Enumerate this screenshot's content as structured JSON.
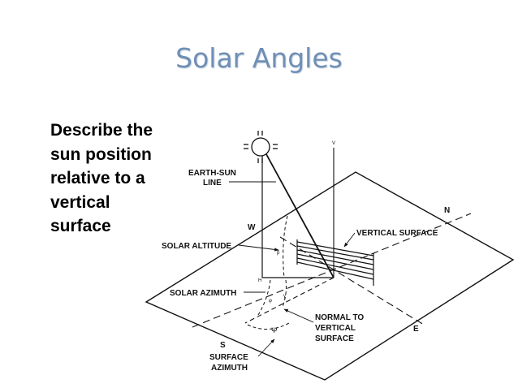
{
  "slide": {
    "title": "Solar Angles",
    "body_lines": [
      "Describe the",
      "sun position",
      "relative to a",
      "vertical",
      "surface"
    ]
  },
  "diagram": {
    "labels": {
      "earth_sun_line_1": "EARTH-SUN",
      "earth_sun_line_2": "LINE",
      "west": "W",
      "north": "N",
      "east": "E",
      "south": "S",
      "vertical_surface": "VERTICAL SURFACE",
      "solar_altitude": "SOLAR ALTITUDE",
      "solar_azimuth": "SOLAR AZIMUTH",
      "normal_1": "NORMAL TO",
      "normal_2": "VERTICAL",
      "normal_3": "SURFACE",
      "surface_azimuth_1": "SURFACE",
      "surface_azimuth_2": "AZIMUTH",
      "h_mark": "H",
      "v_mark": "V",
      "beta": "β",
      "phi": "φ",
      "gamma": "γ",
      "psi": "Ψ"
    },
    "colors": {
      "line": "#111111",
      "title": "#6f8fb5"
    }
  }
}
